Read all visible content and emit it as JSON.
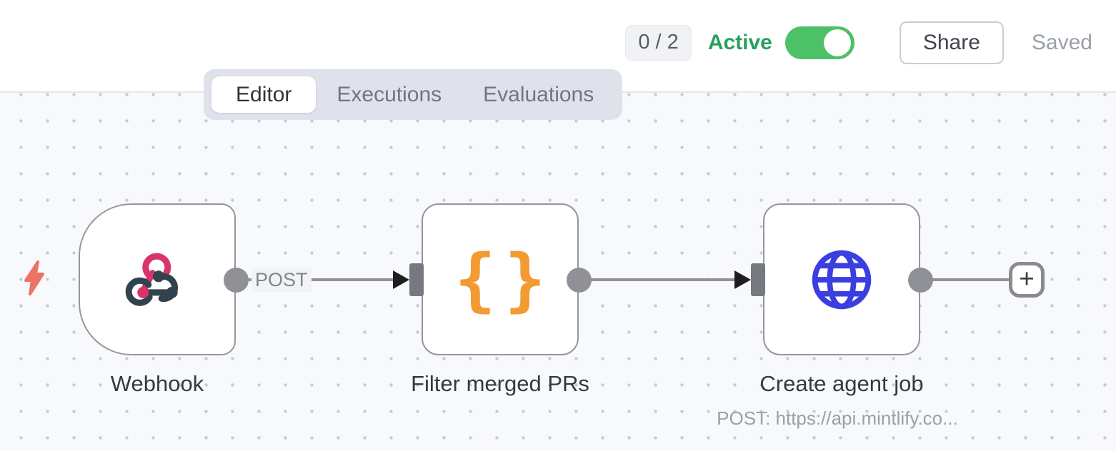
{
  "header": {
    "issues_badge": "0 / 2",
    "active_label": "Active",
    "active_toggle": "on",
    "share_button": "Share",
    "save_status": "Saved"
  },
  "tabs": {
    "editor": "Editor",
    "executions": "Executions",
    "evaluations": "Evaluations"
  },
  "workflow": {
    "trigger_indicator_icon": "lightning-bolt-icon",
    "nodes": [
      {
        "title": "Webhook",
        "type": "webhook-trigger",
        "icon": "webhook-icon",
        "output_label": "POST"
      },
      {
        "title": "Filter merged PRs",
        "type": "code",
        "icon": "code-braces-icon",
        "icon_glyph": "{}"
      },
      {
        "title": "Create agent job",
        "type": "http-request",
        "icon": "globe-icon",
        "subtitle": "POST: https://api.mintlify.co..."
      }
    ],
    "add_button_glyph": "+"
  },
  "colors": {
    "active_green": "#27a05e",
    "toggle_green": "#4dc168",
    "bolt_coral": "#ed7365",
    "webhook_pink": "#d93368",
    "webhook_dark": "#32424e",
    "code_orange": "#f39b33",
    "globe_blue": "#3b3fe0",
    "wire_gray": "#8f9196",
    "canvas_bg": "#f8f9fc"
  }
}
